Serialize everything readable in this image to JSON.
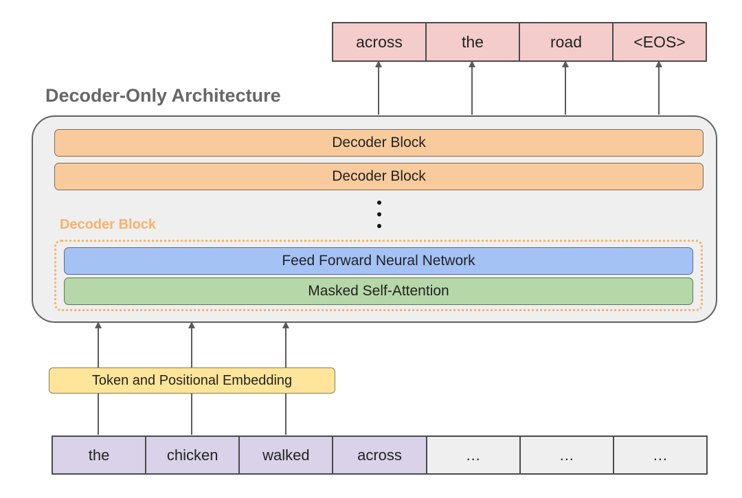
{
  "title": "Decoder-Only Architecture",
  "output_tokens": [
    "across",
    "the",
    "road",
    "<EOS>"
  ],
  "decoder_blocks": [
    "Decoder Block",
    "Decoder Block"
  ],
  "decoder_block_detail": {
    "label": "Decoder Block",
    "feed_forward": "Feed Forward Neural Network",
    "masked_attention": "Masked Self-Attention"
  },
  "embedding": "Token and Positional Embedding",
  "input_tokens": [
    "the",
    "chicken",
    "walked",
    "across",
    "…",
    "…",
    "…"
  ],
  "colors": {
    "output_token_fill": "#f4cccc",
    "decoder_block_fill": "#f9cb9c",
    "decoder_label": "#f6b26b",
    "feed_forward_fill": "#a4c2f4",
    "masked_attention_fill": "#b6d7a8",
    "embedding_fill": "#ffe599",
    "input_token_fill": "#d9d2e9",
    "empty_token_fill": "#efefef",
    "container_fill": "#efefef"
  }
}
